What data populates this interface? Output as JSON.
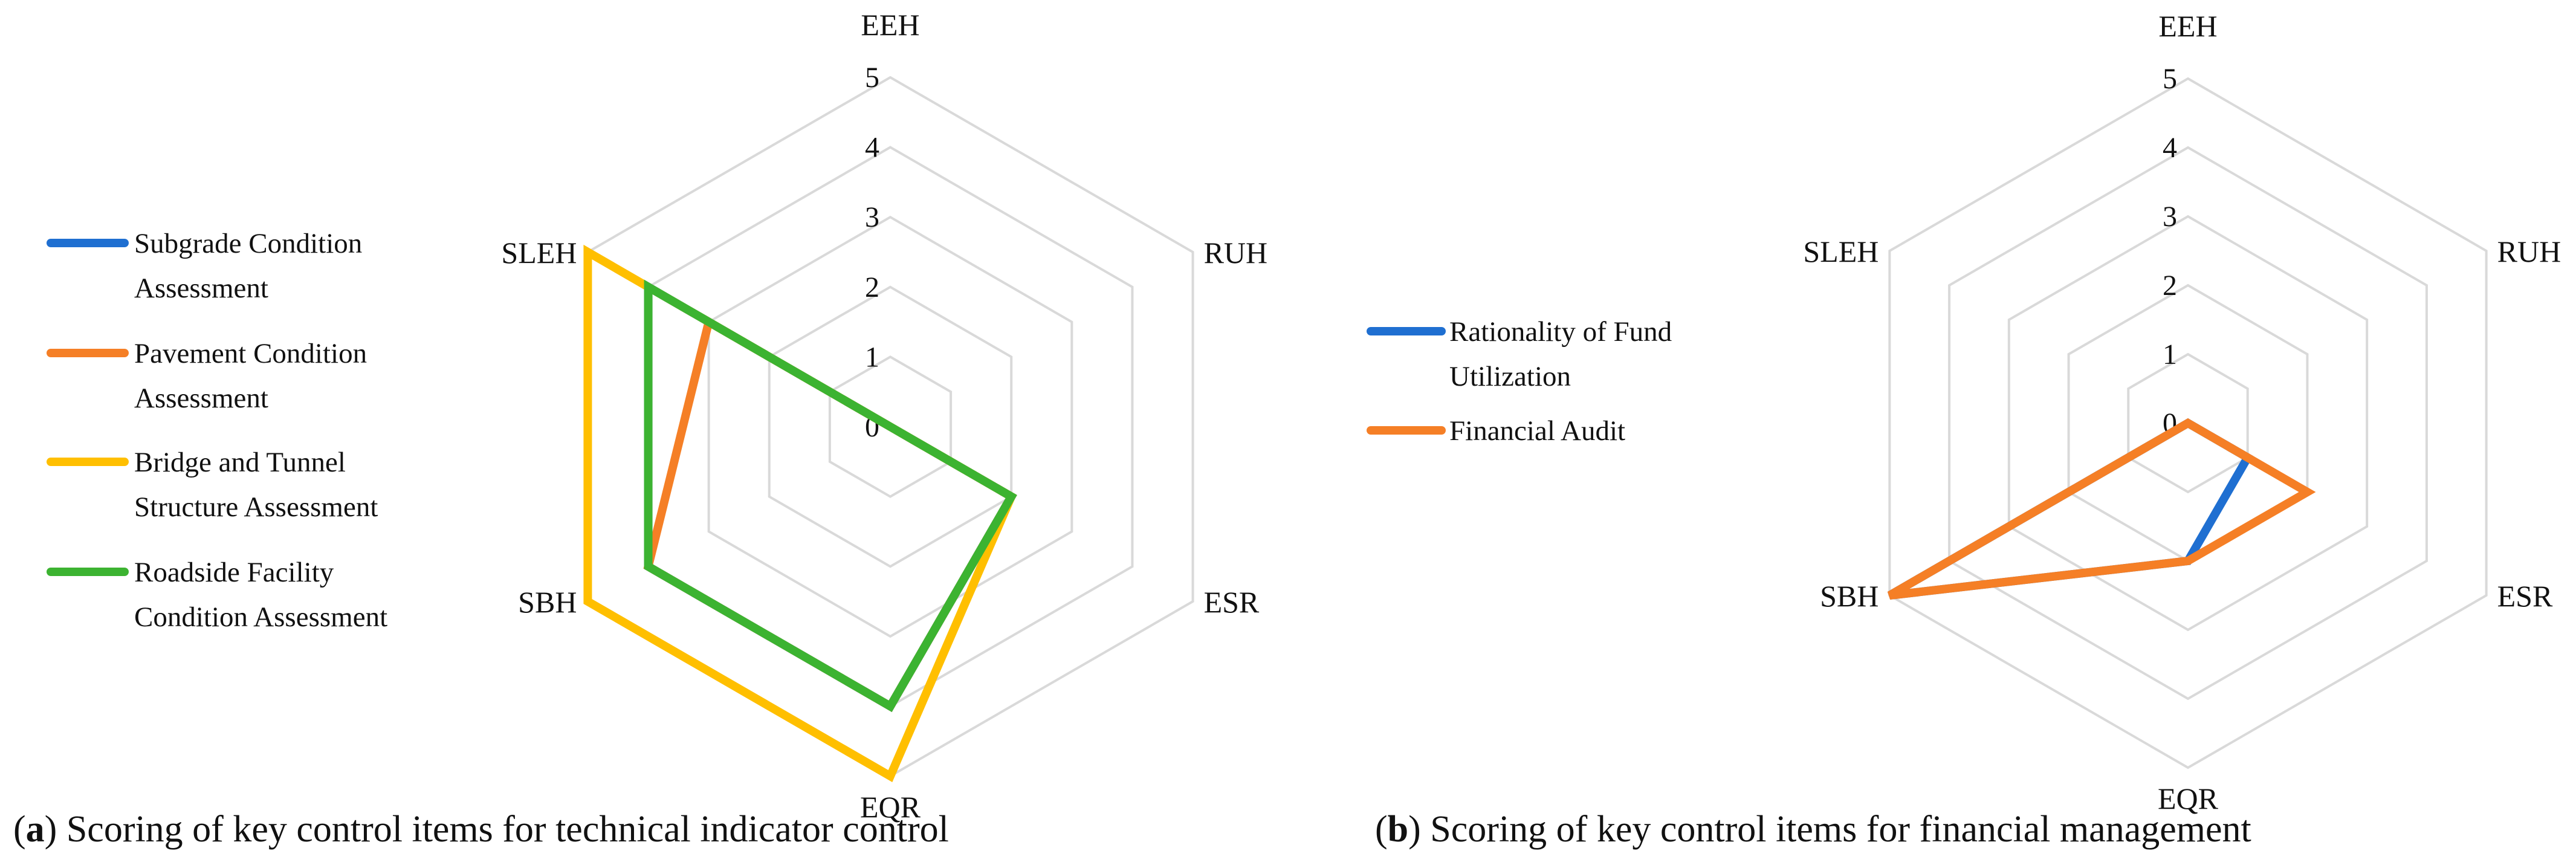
{
  "chart_data": [
    {
      "type": "radar",
      "caption_letter": "a",
      "caption_text": " Scoring of key control items for technical indicator control",
      "axes": [
        "EEH",
        "RUH",
        "ESR",
        "EQR",
        "SBH",
        "SLEH"
      ],
      "rlim": [
        0,
        5
      ],
      "ticks": [
        "0",
        "1",
        "2",
        "3",
        "4",
        "5"
      ],
      "grid": true,
      "legend_position": "left",
      "series": [
        {
          "name_lines": [
            "Subgrade Condition",
            "Assessment"
          ],
          "color": "#1f6fd1",
          "values": [
            0,
            0,
            2,
            4,
            4,
            4
          ]
        },
        {
          "name_lines": [
            "Pavement Condition",
            "Assessment"
          ],
          "color": "#f57f26",
          "values": [
            0,
            0,
            2,
            4,
            4,
            3
          ]
        },
        {
          "name_lines": [
            "Bridge and Tunnel",
            "Structure Assessment"
          ],
          "color": "#ffbf00",
          "values": [
            0,
            0,
            2,
            5,
            5,
            5
          ]
        },
        {
          "name_lines": [
            "Roadside Facility",
            "Condition Assessment"
          ],
          "color": "#3cb331",
          "values": [
            0,
            0,
            2,
            4,
            4,
            4
          ]
        }
      ]
    },
    {
      "type": "radar",
      "caption_letter": "b",
      "caption_text": " Scoring of key control items for financial management",
      "axes": [
        "EEH",
        "RUH",
        "ESR",
        "EQR",
        "SBH",
        "SLEH"
      ],
      "rlim": [
        0,
        5
      ],
      "ticks": [
        "0",
        "1",
        "2",
        "3",
        "4",
        "5"
      ],
      "grid": true,
      "legend_position": "left",
      "series": [
        {
          "name_lines": [
            "Rationality of Fund",
            "Utilization"
          ],
          "color": "#1f6fd1",
          "values": [
            0,
            0,
            1,
            2,
            5,
            0
          ]
        },
        {
          "name_lines": [
            "Financial Audit"
          ],
          "color": "#f57f26",
          "values": [
            0,
            0,
            2,
            2,
            5,
            0
          ]
        }
      ]
    }
  ]
}
